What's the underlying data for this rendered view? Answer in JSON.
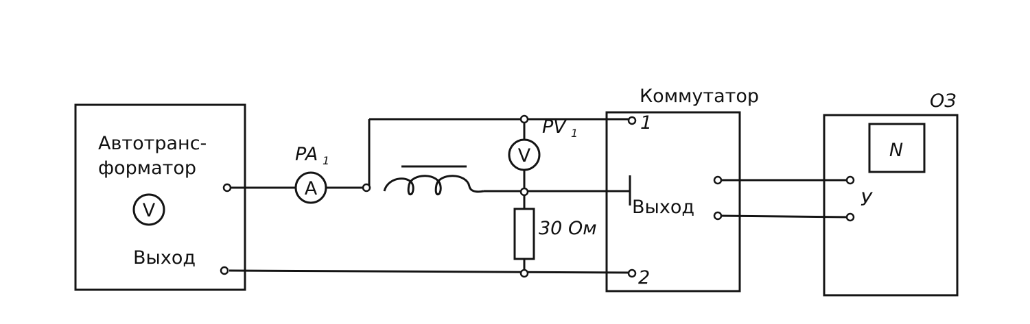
{
  "blocks": {
    "autotransformer": {
      "title_line1": "Автотранс-",
      "title_line2": "форматор",
      "meter_symbol": "V",
      "output_label": "Выход"
    },
    "ammeter": {
      "symbol": "A",
      "designation": "PA",
      "designation_sub": "1"
    },
    "voltmeter": {
      "symbol": "V",
      "designation": "PV",
      "designation_sub": "1"
    },
    "resistor": {
      "value_label": "30 Ом"
    },
    "commutator": {
      "title": "Коммутатор",
      "terminal_1": "1",
      "terminal_2": "2",
      "output_label": "Выход"
    },
    "oscilloscope": {
      "title": "ОЗ",
      "screen_symbol": "N",
      "input_label": "У"
    }
  },
  "icons": [
    "ammeter-icon",
    "voltmeter-icon",
    "inductor-coil-icon",
    "resistor-icon",
    "terminal-icon"
  ],
  "colors": {
    "ink": "#141414",
    "paper": "#ffffff"
  }
}
